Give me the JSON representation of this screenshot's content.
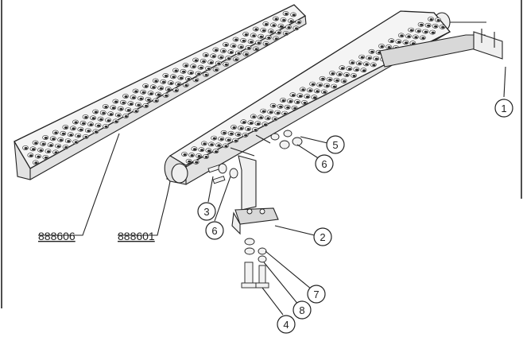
{
  "labels": {
    "part_left": "888606",
    "part_right": "888601"
  },
  "callouts": [
    "1",
    "2",
    "3",
    "4",
    "5",
    "6",
    "6",
    "7",
    "8"
  ]
}
